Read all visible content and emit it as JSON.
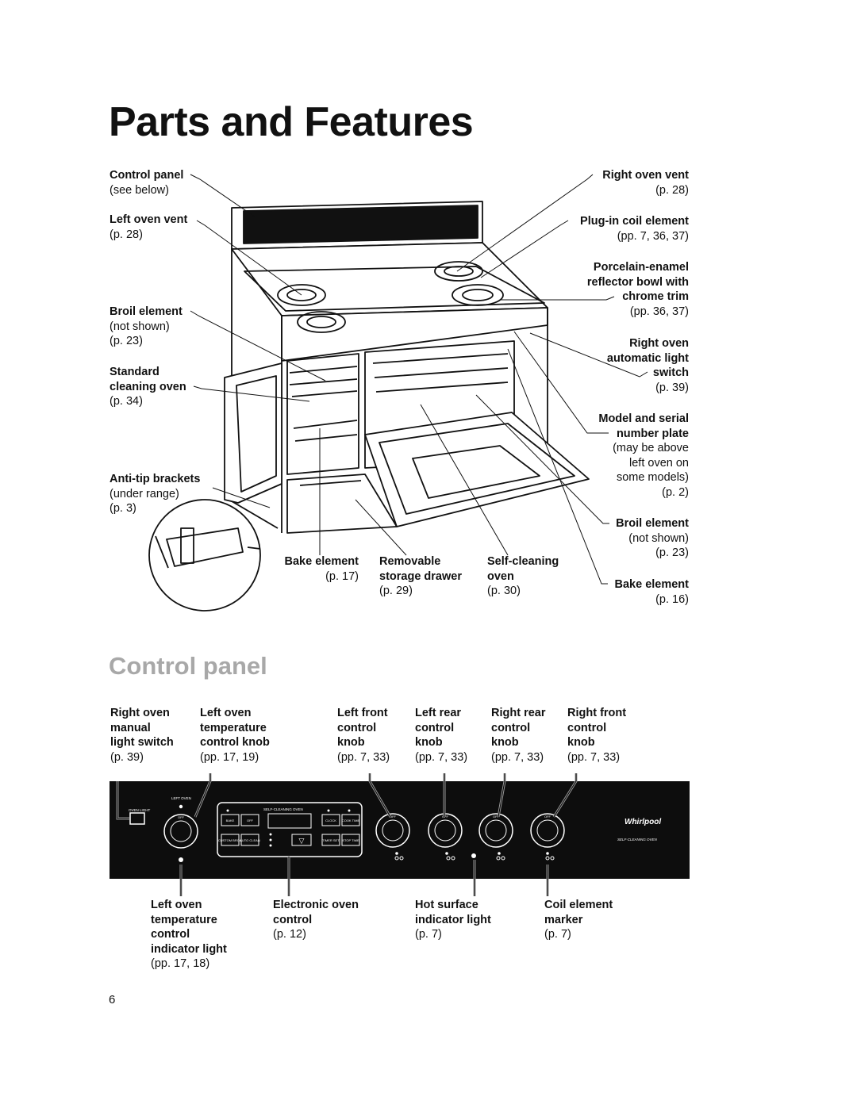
{
  "page": {
    "title": "Parts and Features",
    "subtitle": "Control panel",
    "page_number": "6"
  },
  "range_labels": {
    "control_panel": {
      "name": "Control panel",
      "ref": "(see below)"
    },
    "left_oven_vent": {
      "name": "Left oven vent",
      "ref": "(p. 28)"
    },
    "broil_element_left": {
      "name": "Broil element",
      "note": "(not shown)",
      "ref": "(p. 23)"
    },
    "standard_cleaning_oven": {
      "name_1": "Standard",
      "name_2": "cleaning oven",
      "ref": "(p. 34)"
    },
    "anti_tip_brackets": {
      "name": "Anti-tip brackets",
      "note": "(under range)",
      "ref": "(p. 3)"
    },
    "bake_element_bottom": {
      "name": "Bake element",
      "ref": "(p. 17)"
    },
    "removable_storage_drawer": {
      "name_1": "Removable",
      "name_2": "storage drawer",
      "ref": "(p. 29)"
    },
    "self_cleaning_oven": {
      "name_1": "Self-cleaning",
      "name_2": "oven",
      "ref": "(p. 30)"
    },
    "right_oven_vent": {
      "name": "Right oven vent",
      "ref": "(p. 28)"
    },
    "plug_in_coil_element": {
      "name": "Plug-in coil element",
      "ref": "(pp. 7, 36, 37)"
    },
    "porcelain_enamel": {
      "name_1": "Porcelain-enamel",
      "name_2": "reflector bowl with",
      "name_3": "chrome trim",
      "ref": "(pp. 36, 37)"
    },
    "right_oven_auto_light": {
      "name_1": "Right oven",
      "name_2": "automatic light",
      "name_3": "switch",
      "ref": "(p. 39)"
    },
    "model_serial_plate": {
      "name_1": "Model and serial",
      "name_2": "number plate",
      "note_1": "(may be above",
      "note_2": "left oven on",
      "note_3": "some models)",
      "ref": "(p. 2)"
    },
    "broil_element_right": {
      "name": "Broil element",
      "note": "(not shown)",
      "ref": "(p. 23)"
    },
    "bake_element_right": {
      "name": "Bake element",
      "ref": "(p. 16)"
    }
  },
  "control_panel_labels": {
    "top": [
      {
        "l1": "Right oven",
        "l2": "manual",
        "l3": "light switch",
        "ref": "(p. 39)"
      },
      {
        "l1": "Left oven",
        "l2": "temperature",
        "l3": "control knob",
        "ref": "(pp. 17, 19)"
      },
      {
        "l1": "Left front",
        "l2": "control",
        "l3": "knob",
        "ref": "(pp. 7, 33)"
      },
      {
        "l1": "Left rear",
        "l2": "control",
        "l3": "knob",
        "ref": "(pp. 7, 33)"
      },
      {
        "l1": "Right rear",
        "l2": "control",
        "l3": "knob",
        "ref": "(pp. 7, 33)"
      },
      {
        "l1": "Right front",
        "l2": "control",
        "l3": "knob",
        "ref": "(pp. 7, 33)"
      }
    ],
    "bottom": [
      {
        "l1": "Left oven",
        "l2": "temperature",
        "l3": "control",
        "l4": "indicator light",
        "ref": "(pp. 17, 18)"
      },
      {
        "l1": "Electronic oven",
        "l2": "control",
        "ref": "(p. 12)"
      },
      {
        "l1": "Hot surface",
        "l2": "indicator light",
        "ref": "(p. 7)"
      },
      {
        "l1": "Coil element",
        "l2": "marker",
        "ref": "(p. 7)"
      }
    ]
  },
  "panel_art": {
    "left_oven_caption": "LEFT OVEN",
    "oven_light_caption": "OVEN LIGHT",
    "self_cleaning_caption": "SELF-CLEANING OVEN",
    "brand": "Whirlpool",
    "brand_caption": "SELF-CLEANING OVEN",
    "buttons": [
      "BAKE",
      "OFF",
      "CLOCK",
      "COOK TIME",
      "CUSTOM BROIL",
      "AUTO CLEAN",
      "TIMER SET",
      "STOP TIME"
    ],
    "knob_off": "OFF"
  },
  "colors": {
    "panel": "#0d0d0d",
    "subtitle": "#a8a8a8",
    "ink": "#111111"
  }
}
